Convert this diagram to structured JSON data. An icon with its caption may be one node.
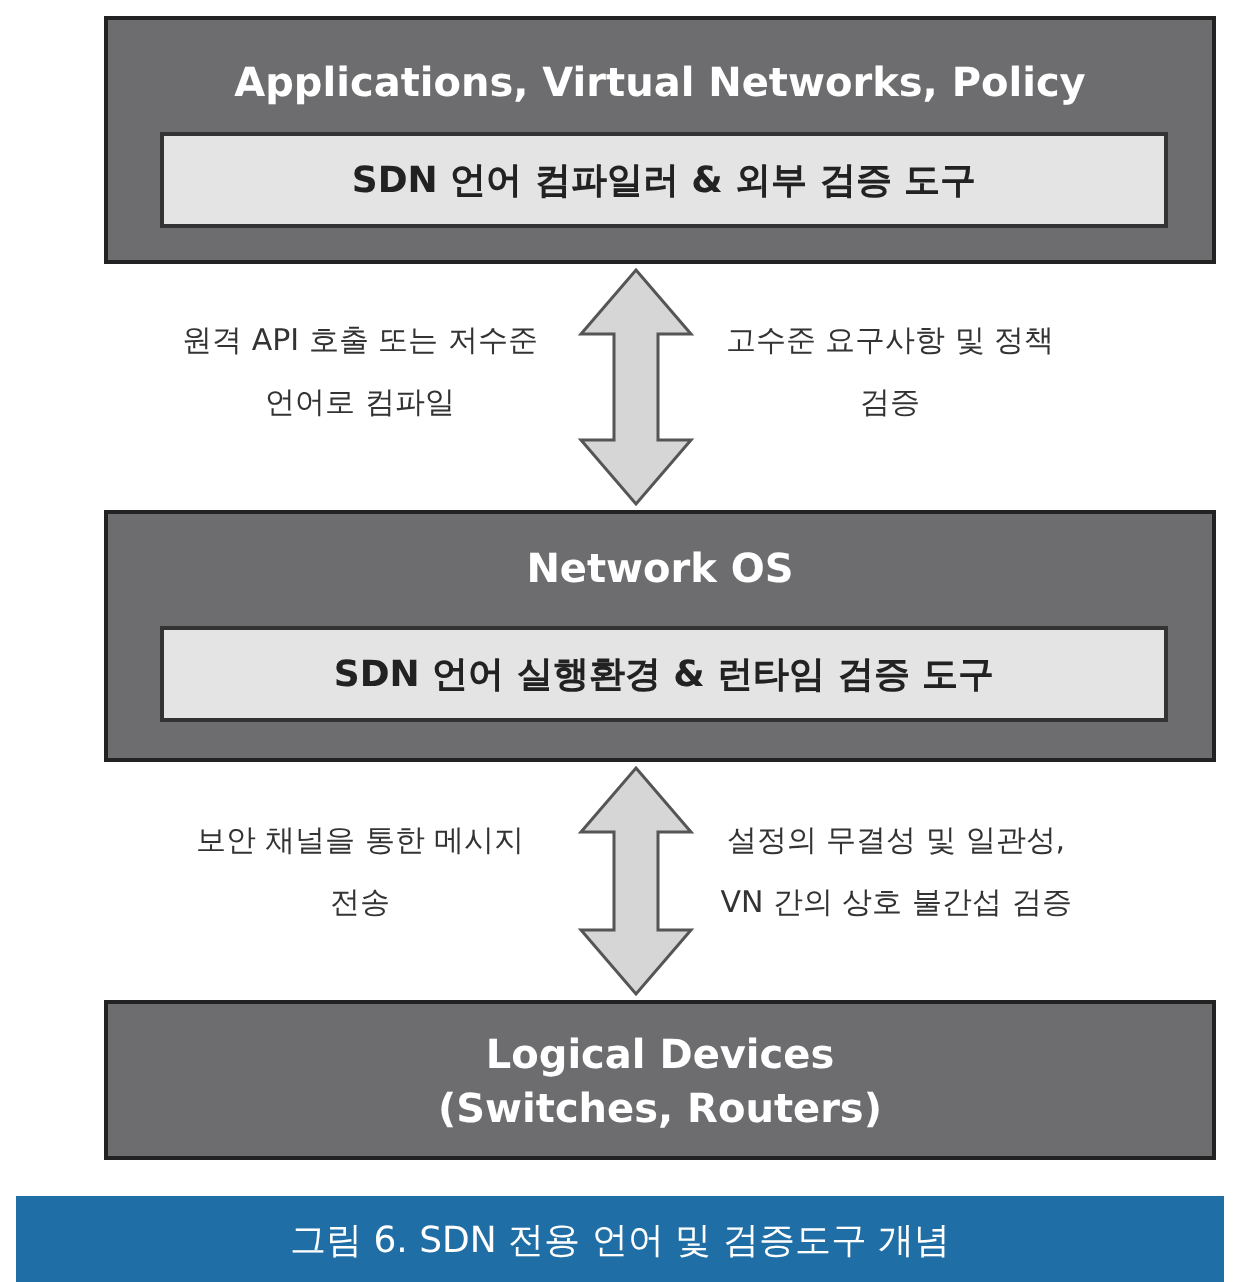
{
  "diagram": {
    "caption": "그림 6. SDN 전용 언어 및 검증도구 개념",
    "nodes": [
      {
        "text": [
          "Applications, Virtual Networks, Policy"
        ]
      },
      {
        "text": [
          "SDN 언어 컴파일러 & 외부 검증 도구"
        ],
        "in": 0
      },
      {
        "text": [
          "Network OS"
        ]
      },
      {
        "text": [
          "SDN 언어 실행환경 & 런타임 검증 도구"
        ],
        "in": 2
      },
      {
        "text": [
          "Logical Devices (Switches, Routers)"
        ]
      }
    ],
    "edges": [
      {
        "from": 0,
        "to": 2,
        "arrow": "both",
        "style": "thick"
      },
      {
        "from": 2,
        "to": 4,
        "arrow": "both",
        "style": "thick"
      }
    ],
    "labels": [
      "원격 API 호출 또는 저수준 언어로 컴파일",
      "고수준 요구사항 및 정책 검증",
      "보안 채널을 통한 메시지 전송",
      "설정의 무결성 및 일관성, VN 간의 상호 불간섭 검증"
    ]
  }
}
